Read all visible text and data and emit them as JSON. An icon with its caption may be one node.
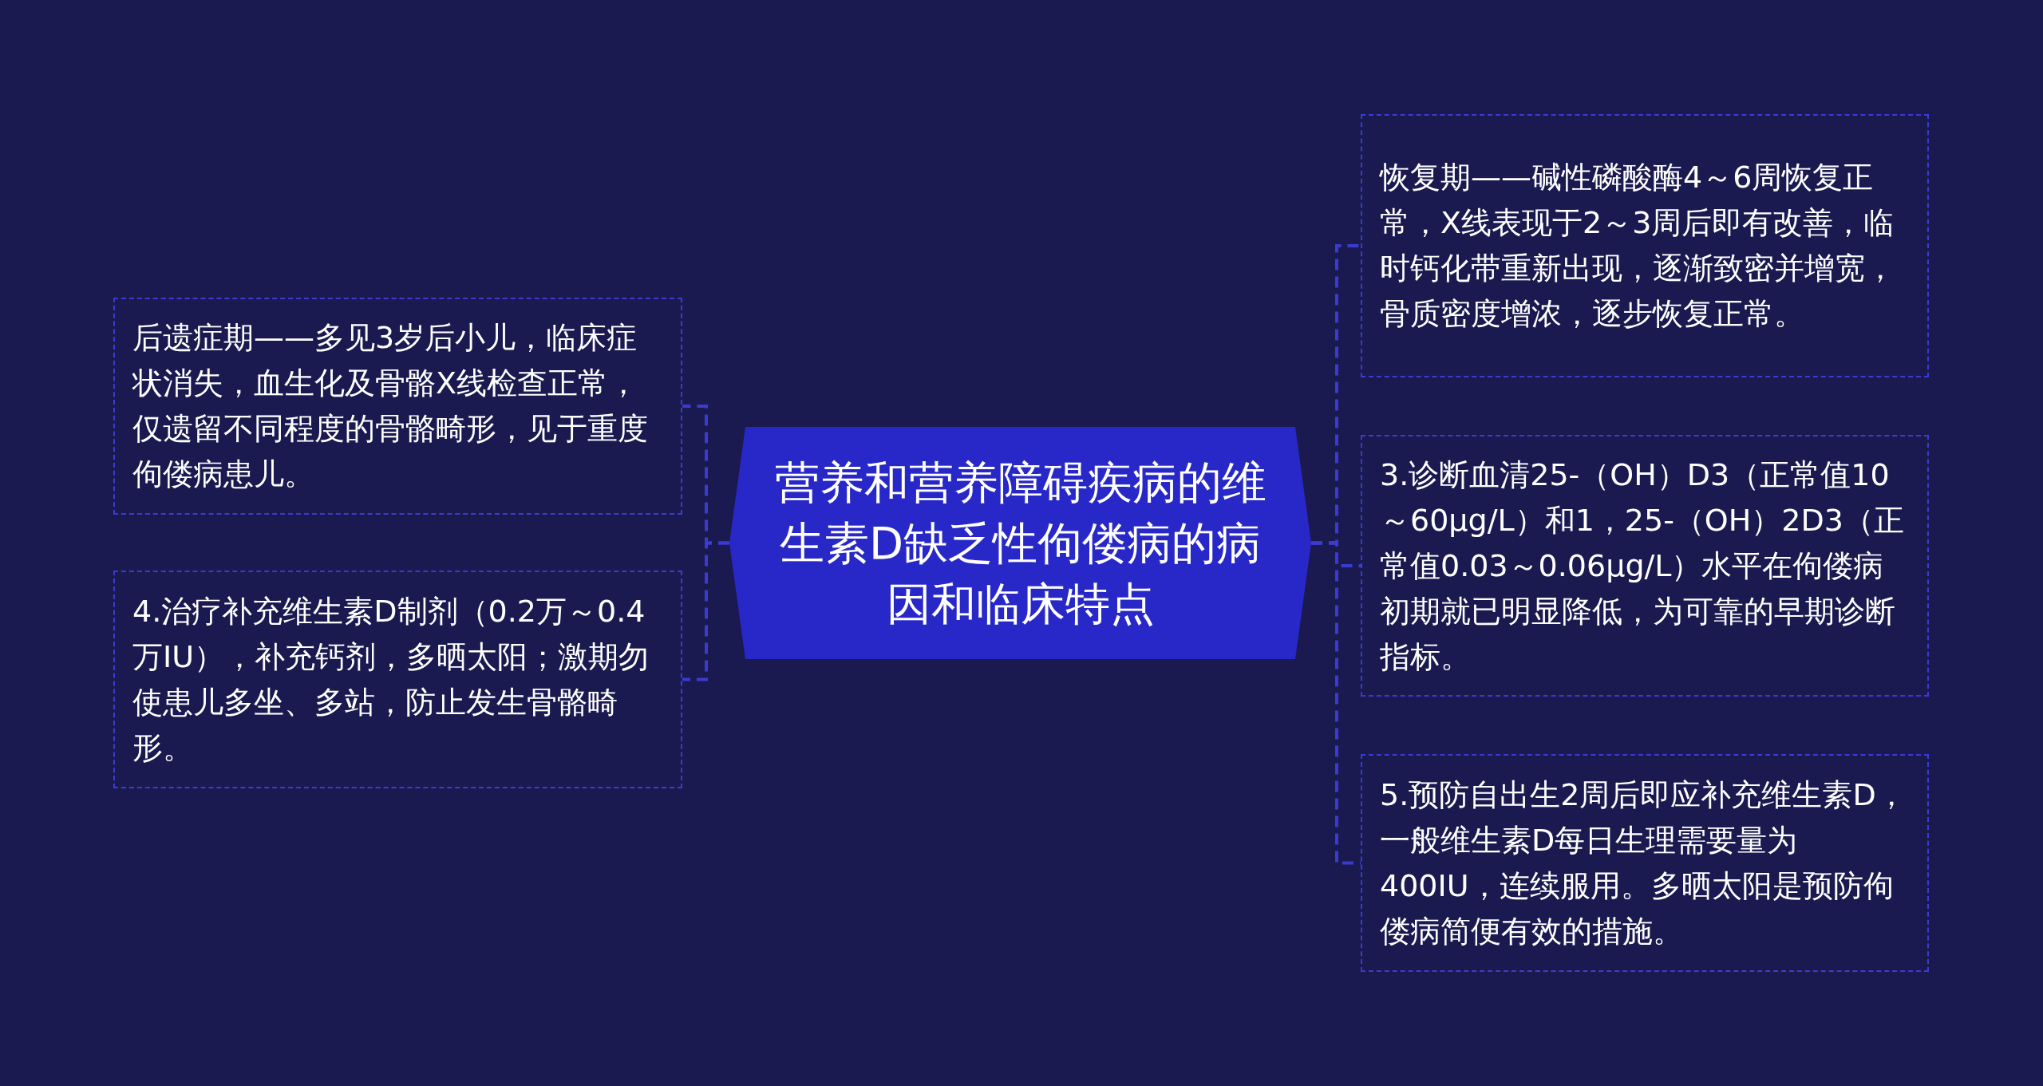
{
  "diagram": {
    "nodes": [
      {
        "text": [
          "营养和营养障碍疾病的维生素D缺乏性佝偻病的病因和临床特点"
        ]
      },
      {
        "text": [
          "后遗症期——多见3岁后小儿，临床症状消失，血生化及骨骼X线检查正常，仅遗留不同程度的骨骼畸形，见于重度佝偻病患儿。"
        ]
      },
      {
        "text": [
          "4.治疗补充维生素D制剂（0.2万～0.4万IU），补充钙剂，多晒太阳；激期勿使患儿多坐、多站，防止发生骨骼畸形。"
        ]
      },
      {
        "text": [
          "恢复期——碱性磷酸酶4～6周恢复正常，X线表现于2～3周后即有改善，临时钙化带重新出现，逐渐致密并增宽，骨质密度增浓，逐步恢复正常。"
        ]
      },
      {
        "text": [
          "3.诊断血清25-（OH）D3（正常值10～60μg/L）和1，25-（OH）2D3（正常值0.03～0.06μg/L）水平在佝偻病初期就已明显降低，为可靠的早期诊断指标。"
        ]
      },
      {
        "text": [
          "5.预防自出生2周后即应补充维生素D，一般维生素D每日生理需要量为400IU，连续服用。多晒太阳是预防佝偻病简便有效的措施。"
        ]
      }
    ],
    "edges": [
      {
        "from": 0,
        "to": 1,
        "arrow": "none",
        "style": "dashed"
      },
      {
        "from": 0,
        "to": 2,
        "arrow": "none",
        "style": "dashed"
      },
      {
        "from": 0,
        "to": 3,
        "arrow": "none",
        "style": "dashed"
      },
      {
        "from": 0,
        "to": 4,
        "arrow": "none",
        "style": "dashed"
      },
      {
        "from": 0,
        "to": 5,
        "arrow": "none",
        "style": "dashed"
      }
    ]
  }
}
